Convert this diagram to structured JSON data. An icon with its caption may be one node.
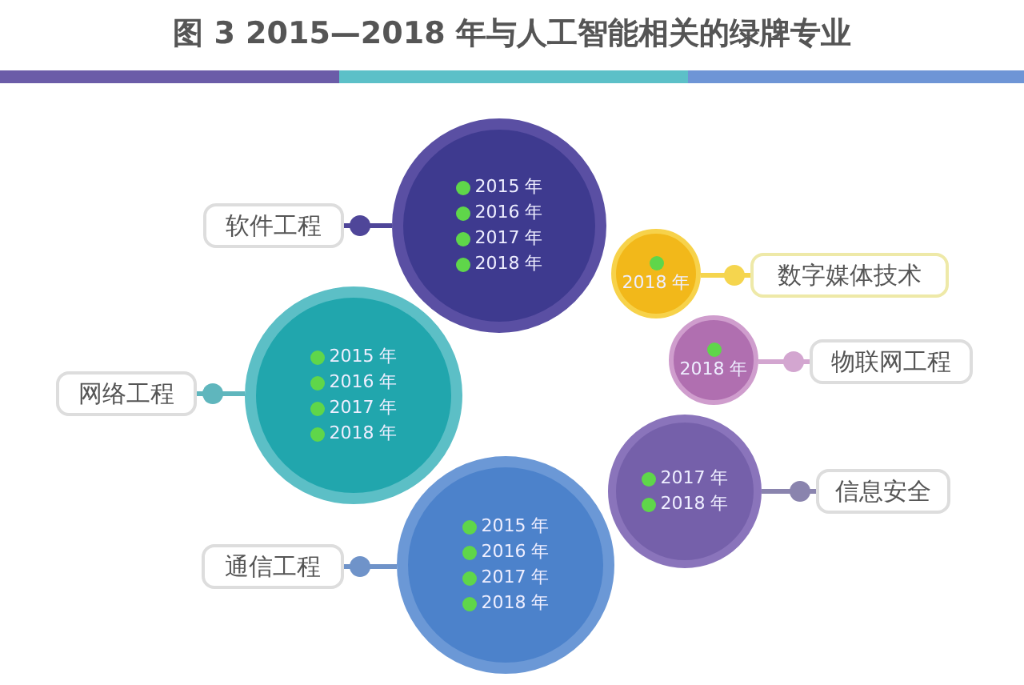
{
  "diagram": {
    "title": "图 3  2015—2018 年与人工智能相关的绿牌专业",
    "nodes": [
      {
        "text": [
          "2015 年",
          "2016 年",
          "2017 年",
          "2018 年"
        ]
      },
      {
        "text": [
          "软件工程"
        ]
      },
      {
        "text": [
          "2018 年"
        ]
      },
      {
        "text": [
          "数字媒体技术"
        ]
      },
      {
        "text": [
          "2015 年",
          "2016 年",
          "2017 年",
          "2018 年"
        ]
      },
      {
        "text": [
          "网络工程"
        ]
      },
      {
        "text": [
          "2018 年"
        ]
      },
      {
        "text": [
          "物联网工程"
        ]
      },
      {
        "text": [
          "2017 年",
          "2018 年"
        ]
      },
      {
        "text": [
          "信息安全"
        ]
      },
      {
        "text": [
          "2015 年",
          "2016 年",
          "2017 年",
          "2018 年"
        ]
      },
      {
        "text": [
          "通信工程"
        ]
      }
    ],
    "edges": [
      {
        "from": 1,
        "to": 0,
        "arrow": "other",
        "color": "#4f4699"
      },
      {
        "from": 3,
        "to": 2,
        "arrow": "other",
        "color": "#f5d54e"
      },
      {
        "from": 5,
        "to": 4,
        "arrow": "other",
        "color": "#5fb6bd"
      },
      {
        "from": 7,
        "to": 6,
        "arrow": "other",
        "color": "#d3a6d0"
      },
      {
        "from": 9,
        "to": 8,
        "arrow": "other",
        "color": "#8a84ae"
      },
      {
        "from": 11,
        "to": 10,
        "arrow": "other",
        "color": "#6f93c9"
      }
    ]
  }
}
